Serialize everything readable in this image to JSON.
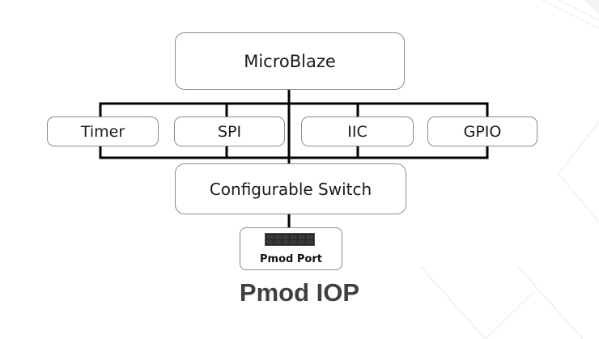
{
  "diagram": {
    "processor_label": "MicroBlaze",
    "peripherals": [
      "Timer",
      "SPI",
      "IIC",
      "GPIO"
    ],
    "switch_label": "Configurable Switch",
    "port_label": "Pmod Port",
    "caption": "Pmod IOP"
  },
  "colors": {
    "box_border": "#8c8c8c",
    "wire": "#000000",
    "caption": "#404040",
    "connector": "#1e1e1e"
  },
  "icons": {
    "port_connector": "pmod-connector-icon"
  }
}
